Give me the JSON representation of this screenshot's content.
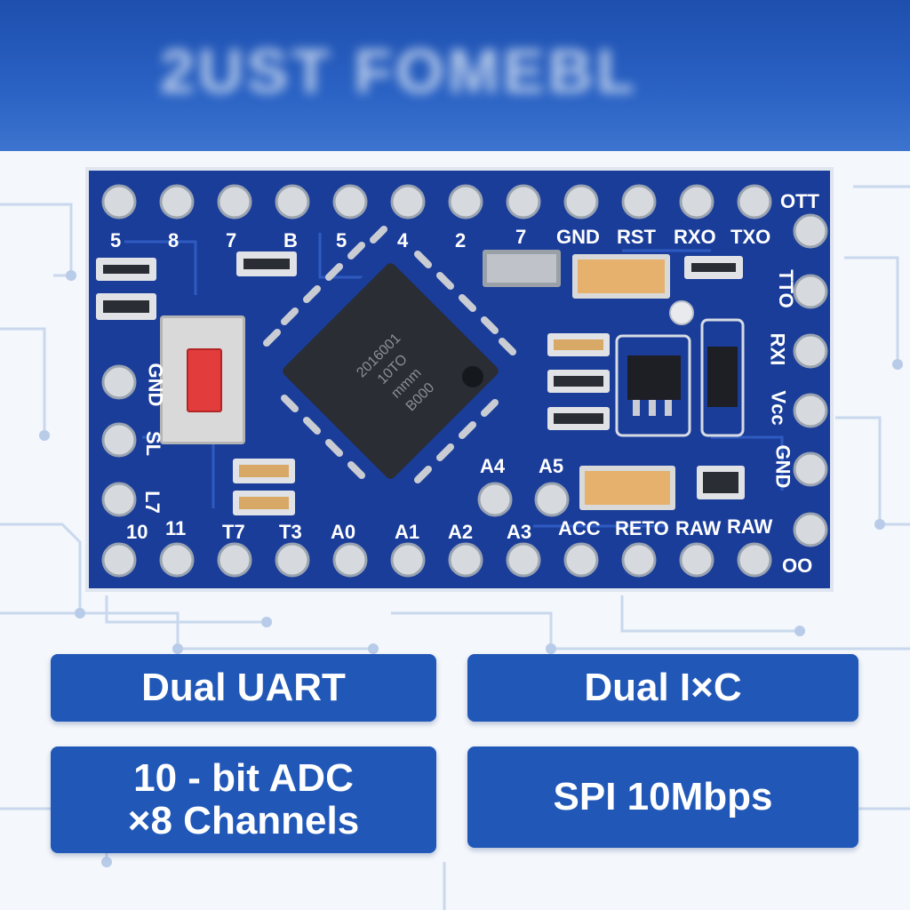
{
  "banner": {
    "title": "2UST FOMEBL"
  },
  "board": {
    "top_labels": [
      "5",
      "8",
      "7",
      "B",
      "5",
      "4",
      "2",
      "7",
      "GND",
      "RST",
      "RXO",
      "TXO"
    ],
    "right_labels": [
      "OTT",
      "TTO",
      "RXI",
      "Vcc",
      "GND",
      "RAW",
      "OO"
    ],
    "left_labels": [
      "GND",
      "SL",
      "L7"
    ],
    "bottom_labels": [
      "10",
      "11",
      "T7",
      "T3",
      "A0",
      "A1",
      "A2",
      "A3",
      "ACC",
      "RETO",
      "RAW"
    ],
    "inner_labels": [
      "A4",
      "A5"
    ],
    "chip_text": [
      "2016001",
      "10TO",
      "mmm",
      "B000"
    ]
  },
  "features": {
    "uart": "Dual UART",
    "i2c": "Dual I×C",
    "adc_line1": "10 - bit ADC",
    "adc_line2": "×8 Channels",
    "spi": "SPI 10Mbps"
  },
  "colors": {
    "board_blue": "#1a3d9a",
    "banner_blue": "#2a62c4",
    "pad_silver": "#d6d9de",
    "feature_blue": "#2158b8"
  }
}
